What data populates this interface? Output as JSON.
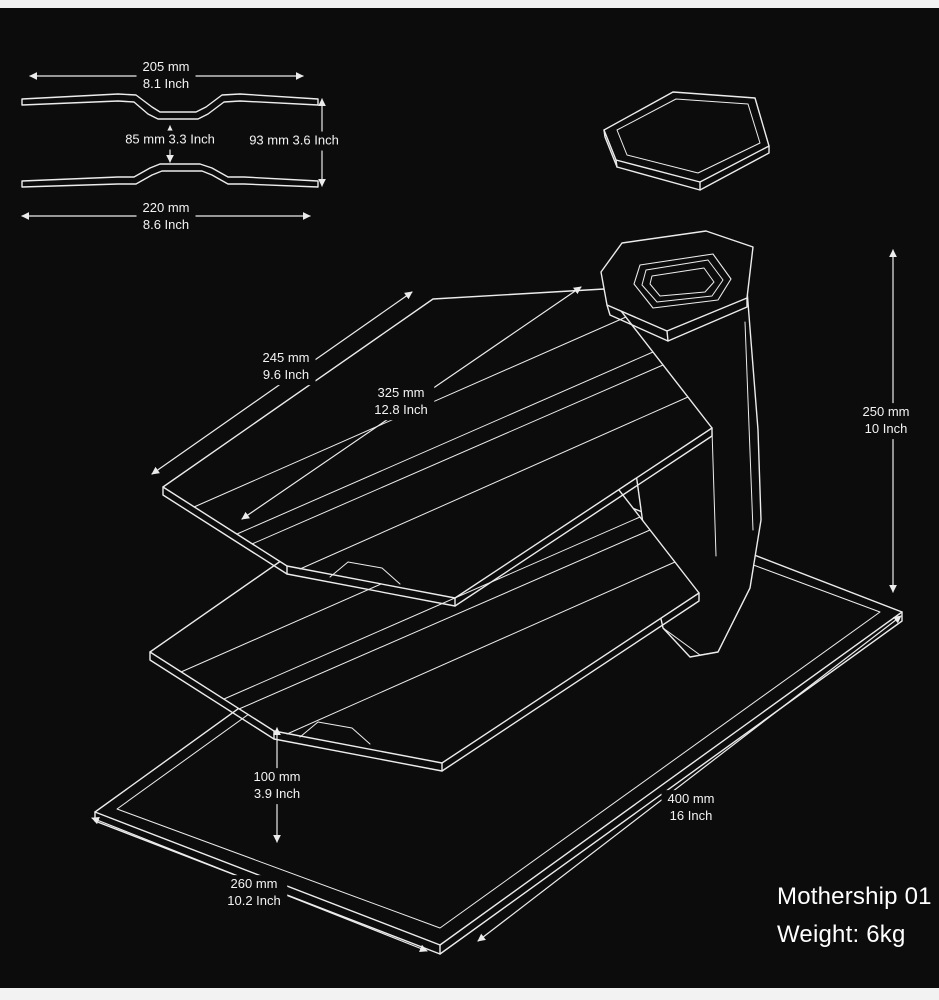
{
  "canvas": {
    "bg": "#0c0c0c",
    "line_color": "#ececec",
    "text_color": "#f3f3f3"
  },
  "title_block": {
    "name": "Mothership 01",
    "weight": "Weight: 6kg"
  },
  "profile_view": {
    "dim_top": {
      "mm": "205 mm",
      "inch": "8.1 Inch"
    },
    "dim_inner": "85 mm 3.3 Inch",
    "dim_height": "93 mm 3.6 Inch",
    "dim_bottom": {
      "mm": "220 mm",
      "inch": "8.6 Inch"
    }
  },
  "iso_view": {
    "dim_deck_width": {
      "mm": "245 mm",
      "inch": "9.6 Inch"
    },
    "dim_deck_length": {
      "mm": "325 mm",
      "inch": "12.8 Inch"
    },
    "dim_height": {
      "mm": "250 mm",
      "inch": "10 Inch"
    },
    "dim_clearance": {
      "mm": "100 mm",
      "inch": "3.9 Inch"
    },
    "dim_base_length": {
      "mm": "400 mm",
      "inch": "16 Inch"
    },
    "dim_base_width": {
      "mm": "260 mm",
      "inch": "10.2 Inch"
    }
  }
}
